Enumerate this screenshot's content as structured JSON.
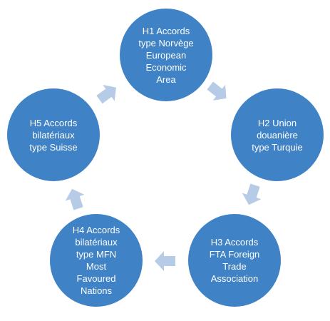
{
  "colors": {
    "node_fill": "#3f82c6",
    "arrow_fill": "#b6cbe6",
    "label_color": "#ffffff"
  },
  "cycle": {
    "nodes": [
      {
        "id": "h1",
        "label": "H1 Accords\ntype Norvège\nEuropean\nEconomic\nArea"
      },
      {
        "id": "h2",
        "label": "H2 Union\ndouanière\ntype Turquie"
      },
      {
        "id": "h3",
        "label": "H3 Accords\nFTA Foreign\nTrade\nAssociation"
      },
      {
        "id": "h4",
        "label": "H4 Accords\nbilatériaux\ntype MFN\nMost\nFavoured\nNations"
      },
      {
        "id": "h5",
        "label": "H5 Accords\nbilatériaux\ntype Suisse"
      }
    ],
    "arrow_icon": "arrow-right-icon"
  }
}
